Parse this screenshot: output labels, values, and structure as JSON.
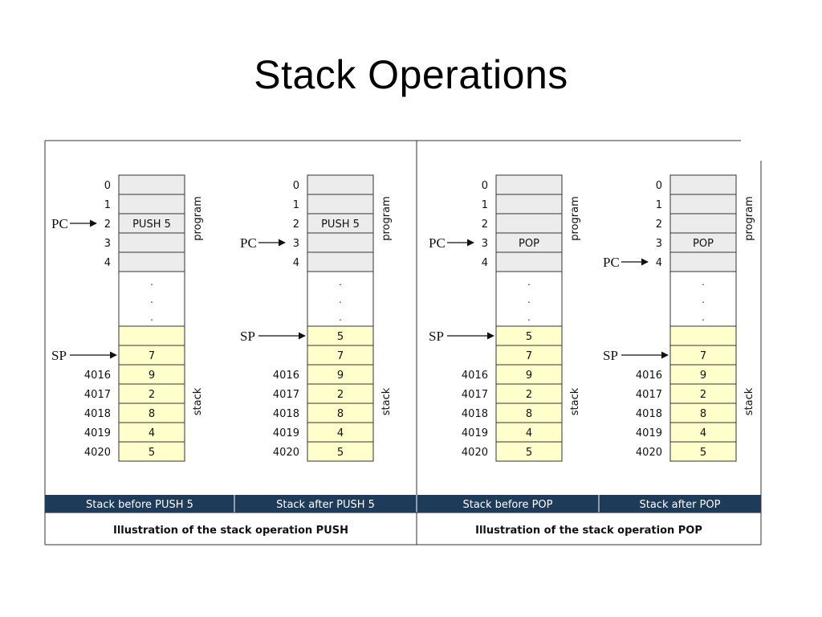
{
  "title": "Stack Operations",
  "addresses": [
    "0",
    "1",
    "2",
    "3",
    "4",
    "4016",
    "4017",
    "4018",
    "4019",
    "4020"
  ],
  "dots": [
    ".",
    ".",
    "."
  ],
  "region_labels": {
    "program": "program",
    "stack": "stack"
  },
  "pointers": {
    "pc": "PC",
    "sp": "SP"
  },
  "columns": [
    {
      "program": [
        "",
        "",
        "PUSH 5",
        "",
        ""
      ],
      "stack": [
        "",
        "7",
        "9",
        "2",
        "8",
        "4",
        "5"
      ],
      "pc_row": 2,
      "sp_row": 1,
      "caption": "Stack before PUSH 5"
    },
    {
      "program": [
        "",
        "",
        "PUSH 5",
        "",
        ""
      ],
      "stack": [
        "5",
        "7",
        "9",
        "2",
        "8",
        "4",
        "5"
      ],
      "pc_row": 3,
      "sp_row": 0,
      "caption": "Stack after  PUSH 5"
    },
    {
      "program": [
        "",
        "",
        "",
        "POP",
        ""
      ],
      "stack": [
        "5",
        "7",
        "9",
        "2",
        "8",
        "4",
        "5"
      ],
      "pc_row": 3,
      "sp_row": 0,
      "caption": "Stack before POP"
    },
    {
      "program": [
        "",
        "",
        "",
        "POP",
        ""
      ],
      "stack": [
        "",
        "7",
        "9",
        "2",
        "8",
        "4",
        "5"
      ],
      "pc_row": 4,
      "sp_row": 1,
      "caption": "Stack after POP"
    }
  ],
  "panel_captions": [
    "Illustration of the stack operation PUSH",
    "Illustration of the stack operation POP"
  ],
  "colors": {
    "caption_bar": "#1f3b5a",
    "program_cell": "#ececec",
    "stack_cell": "#ffffcc"
  }
}
